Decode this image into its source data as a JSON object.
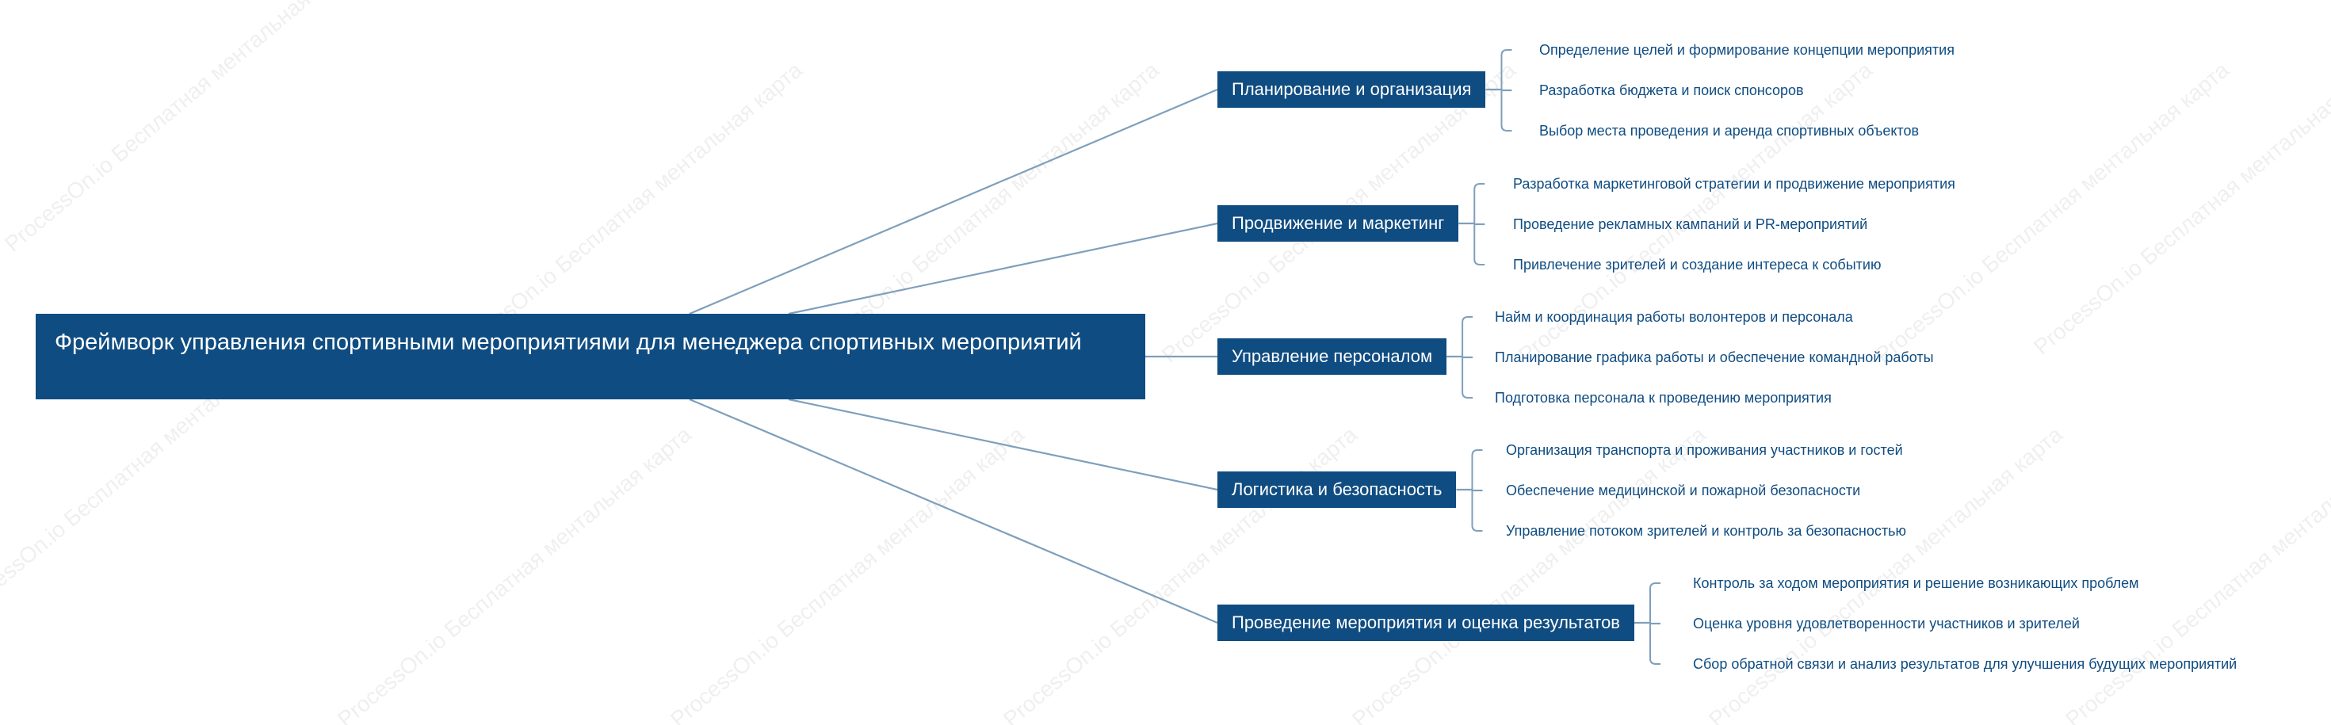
{
  "colors": {
    "node_fill": "#0f4c81",
    "node_text": "#ffffff",
    "leaf_text": "#0f4c81",
    "connector": "#7f9fbc"
  },
  "watermark": "ProcessOn.io Бесплатная ментальная карта",
  "root": {
    "label": "Фреймворк управления спортивными мероприятиями для менеджера спортивных мероприятий"
  },
  "branches": [
    {
      "label": "Планирование и организация",
      "children": [
        "Определение целей и формирование концепции мероприятия",
        "Разработка бюджета и поиск спонсоров",
        "Выбор места проведения и аренда спортивных объектов"
      ]
    },
    {
      "label": "Продвижение и маркетинг",
      "children": [
        "Разработка маркетинговой стратегии и продвижение мероприятия",
        "Проведение рекламных кампаний и PR-мероприятий",
        "Привлечение зрителей и создание интереса к событию"
      ]
    },
    {
      "label": "Управление персоналом",
      "children": [
        "Найм и координация работы волонтеров и персонала",
        "Планирование графика работы и обеспечение командной работы",
        "Подготовка персонала к проведению мероприятия"
      ]
    },
    {
      "label": "Логистика и безопасность",
      "children": [
        "Организация транспорта и проживания участников и гостей",
        "Обеспечение медицинской и пожарной безопасности",
        "Управление потоком зрителей и контроль за безопасностью"
      ]
    },
    {
      "label": "Проведение мероприятия и оценка результатов",
      "children": [
        "Контроль за ходом мероприятия и решение возникающих проблем",
        "Оценка уровня удовлетворенности участников и зрителей",
        "Сбор обратной связи и анализ результатов для улучшения будущих мероприятий"
      ]
    }
  ]
}
